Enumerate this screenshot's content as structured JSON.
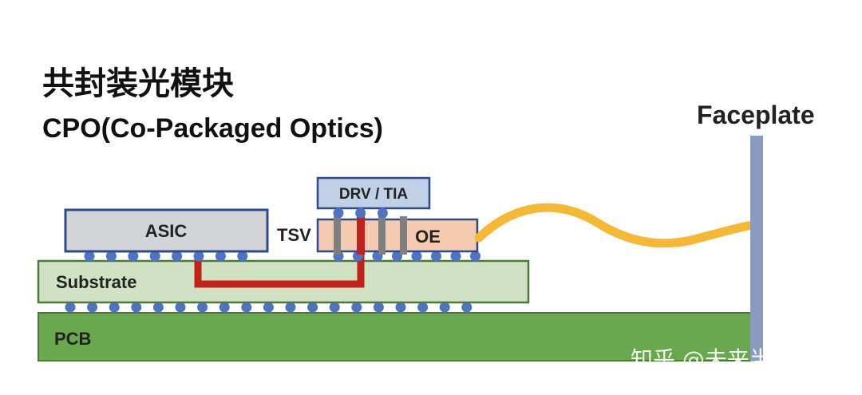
{
  "titles": {
    "chinese": "共封装光模块",
    "english": "CPO(Co-Packaged Optics)"
  },
  "labels": {
    "faceplate": "Faceplate",
    "drv_tia": "DRV / TIA",
    "asic": "ASIC",
    "tsv": "TSV",
    "oe": "OE",
    "substrate": "Substrate",
    "pcb": "PCB"
  },
  "watermark": "知乎 @未来半导体",
  "colors": {
    "pcb": "#6aa84f",
    "substrate": "#d1e2c4",
    "asic": "#d3d4d8",
    "chip_border": "#2f4a8a",
    "drv_tia": "#c0d0e6",
    "oe": "#f4cbb0",
    "solder_ball": "#4f73c2",
    "tsv_red": "#c0211a",
    "tsv_gray": "#7f7f7f",
    "fiber": "#f5b835",
    "faceplate": "#8a9bbd"
  }
}
